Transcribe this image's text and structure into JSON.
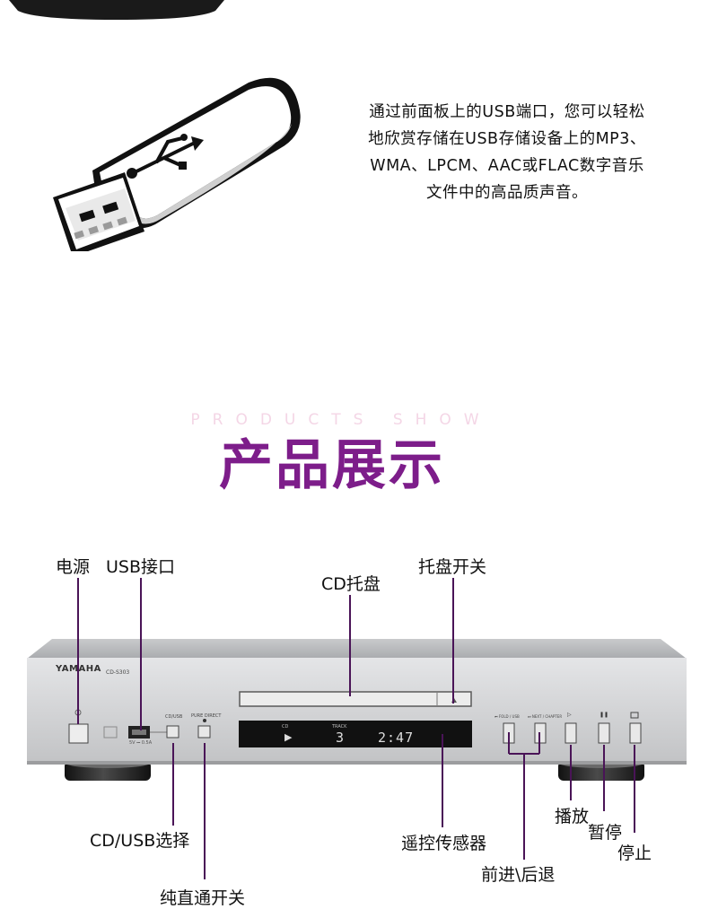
{
  "usb_section": {
    "description_lines": [
      "通过前面板上的USB端口，您可以轻松",
      "地欣赏存储在USB存储设备上的MP3、",
      "WMA、LPCM、AAC或FLAC数字音乐",
      "文件中的高品质声音。"
    ]
  },
  "products_section": {
    "subtitle_en": "PRODUCTS SHOW",
    "title_zh": "产品展示"
  },
  "player": {
    "brand": "YAMAHA",
    "model": "CD-S303",
    "usb_port_text": "5V ⎓ 0.5A",
    "cd_usb_text": "CD/USB",
    "pure_direct_text": "PURE DIRECT",
    "display": {
      "cd_caption": "CD",
      "track_caption": "TRACK",
      "play_symbol": "▶",
      "track": "3",
      "time": "2:47"
    },
    "skip_back_text": "⏮ FOLD / USB",
    "skip_fwd_text": "⏭ NEXT / CHAPTER",
    "play_pause_symbol": "▷",
    "pause_symbol": "❚❚",
    "stop_symbol": "□"
  },
  "callouts": {
    "power": "电源",
    "usb_port": "USB接口",
    "cd_tray": "CD托盘",
    "tray_switch": "托盘开关",
    "cd_usb_select": "CD/USB选择",
    "pure_direct": "纯直通开关",
    "remote_sensor": "遥控传感器",
    "skip": "前进\\后退",
    "play": "播放",
    "pause": "暂停",
    "stop": "停止"
  },
  "colors": {
    "accent_purple": "#7d1d8a",
    "callout_line": "#4a1457",
    "panel_silver": "#d6d7d9"
  }
}
